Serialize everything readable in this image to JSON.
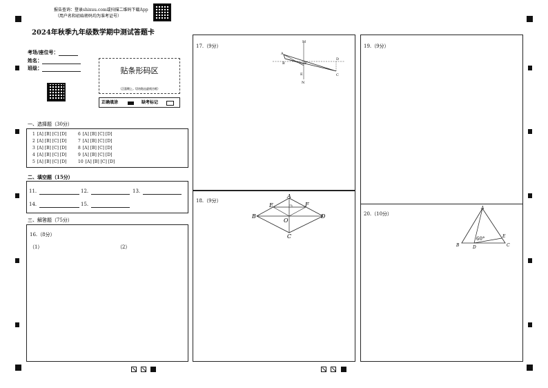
{
  "header": {
    "query_line": "报告查询：登录shixuu.com或扫描二维码下载App",
    "query_sub": "（用户名和初始密码均为准考证号）",
    "title": "2024年秋季九年级数学期中测试答题卡"
  },
  "student_fields": {
    "exam_seat": "考场/座位号：",
    "name": "姓名：",
    "class": "班级："
  },
  "barcode": {
    "label": "贴条形码区",
    "note": "（正面朝上，切勿贴出虚线方框）"
  },
  "fill_legend": {
    "correct": "正确填涂",
    "absent": "缺考标记"
  },
  "sections": {
    "choice": {
      "title": "一、选择题（30分）",
      "options": "[A] [B] [C] [D]",
      "numbers_left": [
        "1",
        "2",
        "3",
        "4",
        "5"
      ],
      "numbers_right": [
        "6",
        "7",
        "8",
        "9",
        "10"
      ]
    },
    "fill": {
      "title": "二、填空题（15分）",
      "items": [
        "11.",
        "12.",
        "13.",
        "14.",
        "15."
      ]
    },
    "answer": {
      "title": "三、解答题（75分）"
    }
  },
  "questions": {
    "q16": {
      "label": "16.（8分）",
      "part1": "（1）",
      "part2": "（2）"
    },
    "q17": {
      "label": "17.（9分）",
      "points": [
        "M",
        "A",
        "B",
        "P",
        "D",
        "E",
        "N",
        "C"
      ]
    },
    "q18": {
      "label": "18.（9分）",
      "points": [
        "A",
        "E",
        "F",
        "B",
        "O",
        "D",
        "C"
      ]
    },
    "q19": {
      "label": "19.（9分）"
    },
    "q20": {
      "label": "20.（10分）",
      "points": [
        "A",
        "E",
        "B",
        "D",
        "C"
      ],
      "angle": "60°"
    }
  }
}
